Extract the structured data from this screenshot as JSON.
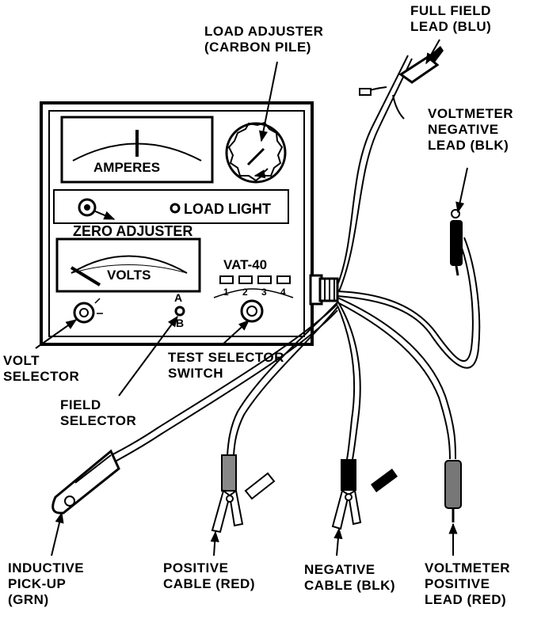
{
  "labels": {
    "full_field_lead": [
      "FULL FIELD",
      "LEAD (BLU)"
    ],
    "load_adjuster": [
      "LOAD ADJUSTER",
      "(CARBON PILE)"
    ],
    "voltmeter_negative": [
      "VOLTMETER",
      "NEGATIVE",
      "LEAD (BLK)"
    ],
    "volt_selector": [
      "VOLT",
      "SELECTOR"
    ],
    "field_selector": [
      "FIELD",
      "SELECTOR"
    ],
    "test_selector": [
      "TEST SELECTOR",
      "SWITCH"
    ],
    "inductive_pickup": [
      "INDUCTIVE",
      "PICK-UP",
      "(GRN)"
    ],
    "positive_cable": [
      "POSITIVE",
      "CABLE (RED)"
    ],
    "negative_cable": [
      "NEGATIVE",
      "CABLE (BLK)"
    ],
    "voltmeter_positive": [
      "VOLTMETER",
      "POSITIVE",
      "LEAD (RED)"
    ]
  },
  "panel": {
    "amperes": "AMPERES",
    "volts": "VOLTS",
    "load_light": "LOAD LIGHT",
    "zero_adjuster": "ZERO ADJUSTER",
    "model": "VAT-40",
    "pos_1": "1",
    "pos_2": "2",
    "pos_3": "3",
    "pos_4": "4",
    "pos_a": "A",
    "pos_b": "B"
  }
}
